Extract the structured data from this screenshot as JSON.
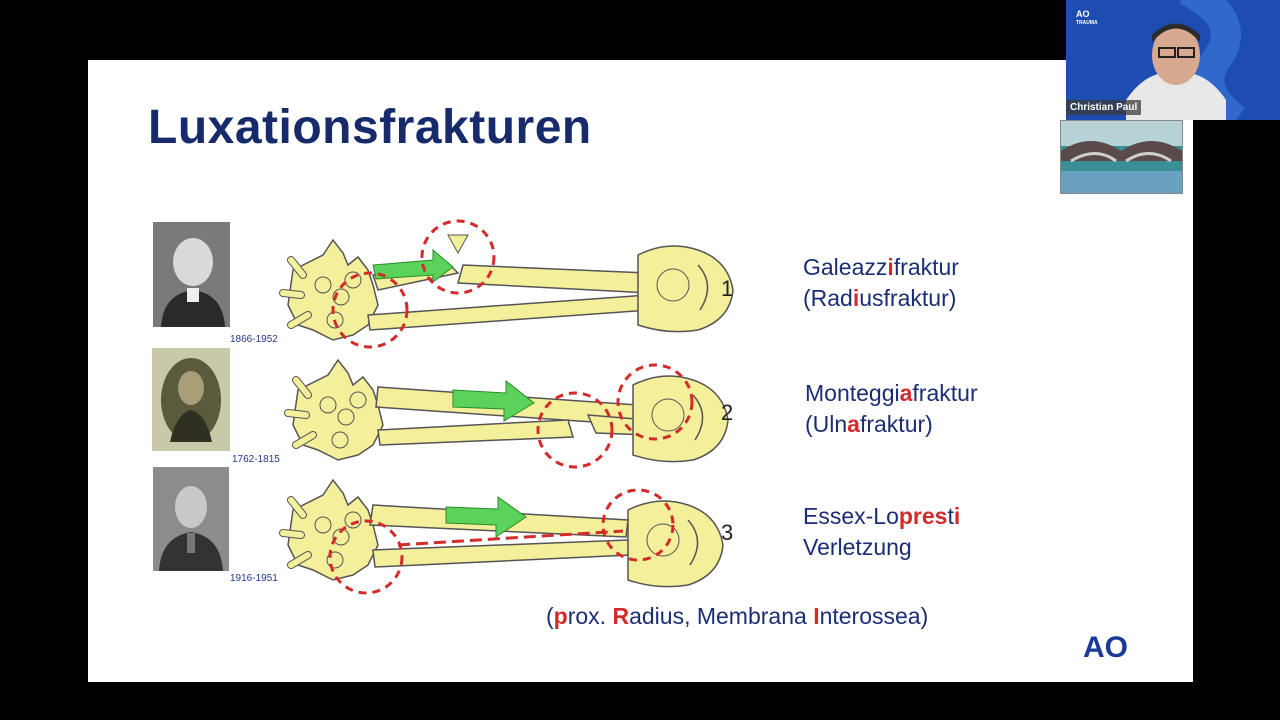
{
  "slide": {
    "title": "Luxationsfrakturen",
    "portraits": [
      {
        "years": "1866-1952"
      },
      {
        "years": "1762-1815"
      },
      {
        "years": "1916-1951"
      }
    ],
    "bone_numbers": [
      "1",
      "2",
      "3"
    ],
    "labels": [
      {
        "line1_a": "Galeazz",
        "line1_h": "i",
        "line1_b": "fraktur",
        "line2_a": "(Rad",
        "line2_h": "i",
        "line2_b": "usfraktur)"
      },
      {
        "line1_a": "Monteggi",
        "line1_h": "a",
        "line1_b": "fraktur",
        "line2_a": "(Uln",
        "line2_h": "a",
        "line2_b": "fraktur)"
      },
      {
        "line1_a": "Essex-Lo",
        "line1_h": "pres",
        "line1_b": "t",
        "line1_h2": "i",
        "line2": "Verletzung"
      }
    ],
    "footer": {
      "open": "(",
      "h1": "p",
      "t1": "rox. ",
      "h2": "R",
      "t2": "adius, Membrana ",
      "h3": "I",
      "t3": "nterossea)"
    },
    "logo_text": "AO"
  },
  "video": {
    "participant_name": "Christian Paul",
    "badge_top": "AO",
    "badge_bottom": "TRAUMA"
  },
  "colors": {
    "title": "#172a6b",
    "text": "#1b2d75",
    "highlight": "#d32a2a",
    "bone": "#f4ef9a",
    "arrow": "#5bd35b"
  }
}
